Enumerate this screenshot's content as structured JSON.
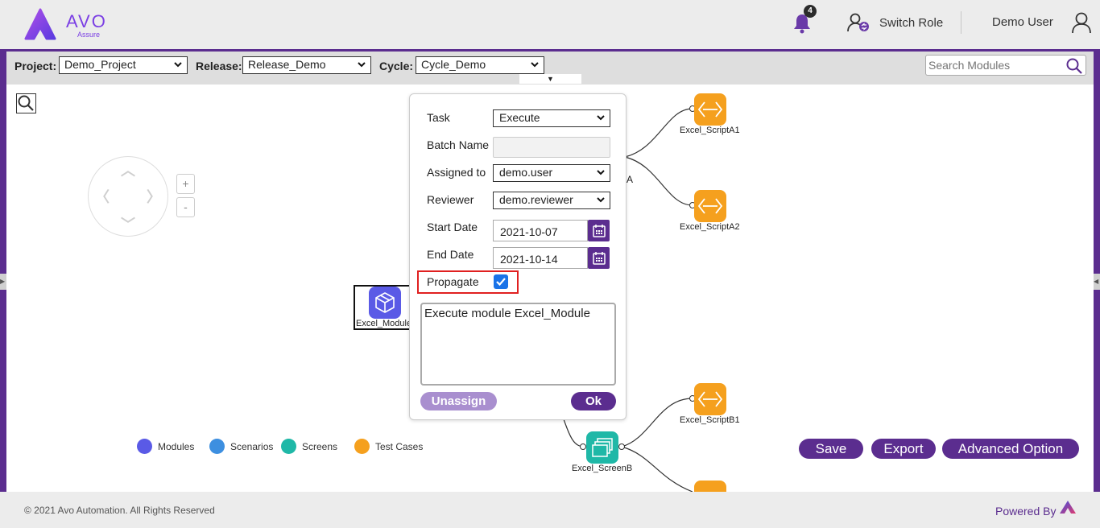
{
  "header": {
    "logo_text": "AVO",
    "logo_sub": "Assure",
    "notification_count": "4",
    "switch_role_label": "Switch Role",
    "user_name": "Demo User"
  },
  "toolbar": {
    "project_label": "Project:",
    "project_value": "Demo_Project",
    "release_label": "Release:",
    "release_value": "Release_Demo",
    "cycle_label": "Cycle:",
    "cycle_value": "Cycle_Demo",
    "search_placeholder": "Search Modules"
  },
  "canvas": {
    "zoom_in": "+",
    "zoom_out": "-",
    "stray_label": "A",
    "nodes": {
      "module": "Excel_Module",
      "testcase_a1": "Excel_ScriptA1",
      "testcase_a2": "Excel_ScriptA2",
      "testcase_b1": "Excel_ScriptB1",
      "screen_b": "Excel_ScreenB"
    },
    "legend": [
      {
        "label": "Modules",
        "color": "#5a5ae6"
      },
      {
        "label": "Scenarios",
        "color": "#3d8fe0"
      },
      {
        "label": "Screens",
        "color": "#1fb8a7"
      },
      {
        "label": "Test Cases",
        "color": "#f5a01e"
      }
    ],
    "buttons": {
      "save": "Save",
      "export": "Export",
      "advanced": "Advanced Option"
    }
  },
  "popup": {
    "task_label": "Task",
    "task_value": "Execute",
    "batch_label": "Batch Name",
    "batch_value": "",
    "assigned_label": "Assigned to",
    "assigned_value": "demo.user",
    "reviewer_label": "Reviewer",
    "reviewer_value": "demo.reviewer",
    "start_label": "Start Date",
    "start_value": "2021-10-07",
    "end_label": "End Date",
    "end_value": "2021-10-14",
    "propagate_label": "Propagate",
    "propagate_checked": true,
    "comment": "Execute module Excel_Module",
    "unassign_label": "Unassign",
    "ok_label": "Ok"
  },
  "footer": {
    "copyright": "© 2021 Avo Automation. All Rights Reserved",
    "powered_by": "Powered By"
  },
  "colors": {
    "brand": "#5b2d8f",
    "accent": "#7b3fe4",
    "highlight": "#e02020"
  }
}
